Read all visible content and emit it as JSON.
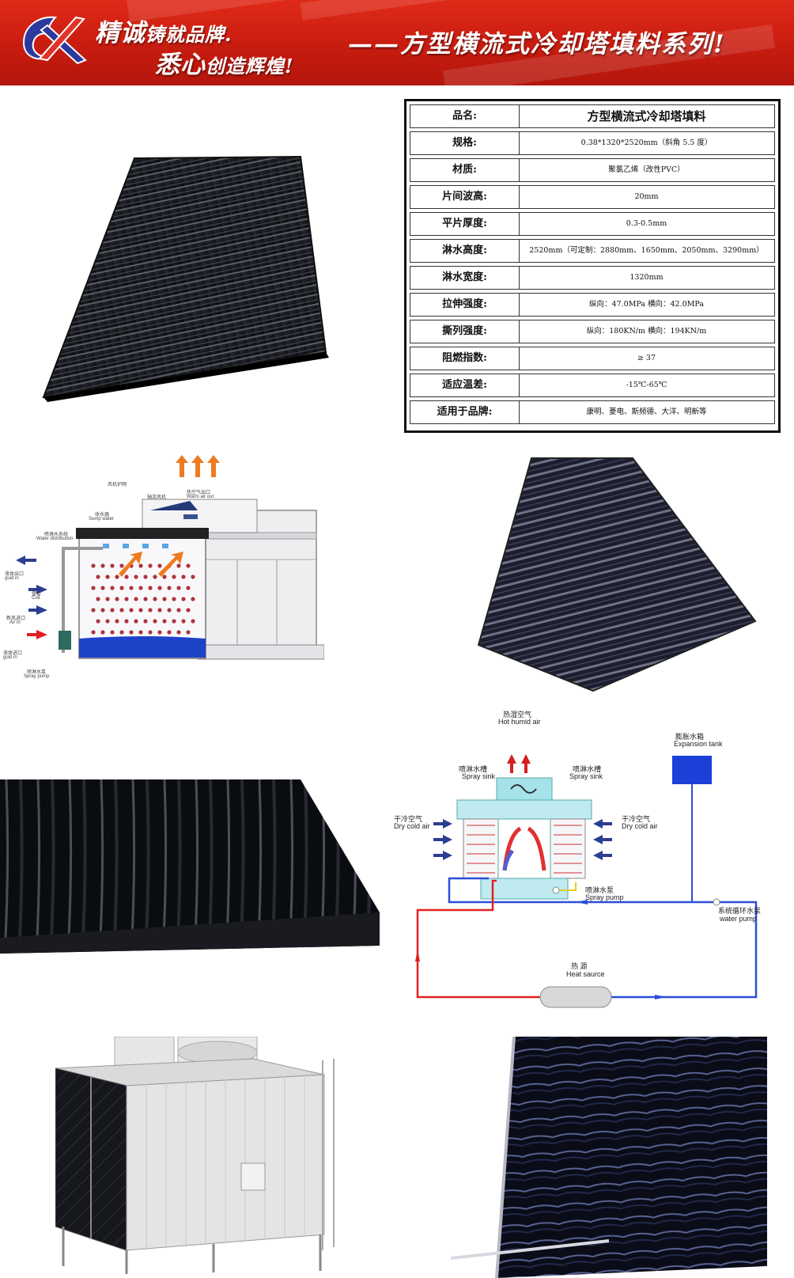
{
  "header": {
    "brand_line1_a": "精诚",
    "brand_line1_b": "铸就品牌.",
    "brand_line2_a": "悉心",
    "brand_line2_b": "创造辉煌!",
    "series_title": "——方型横流式冷却塔填料系列!",
    "colors": {
      "banner": "#c81c10",
      "logo_blue": "#2b3a9c",
      "logo_red": "#e0342a",
      "text": "#ffffff"
    }
  },
  "spec_table": {
    "rows": [
      {
        "key": "品名:",
        "value": "方型横流式冷却塔填料"
      },
      {
        "key": "规格:",
        "value": "0.38*1320*2520mm（斜角 5.5 度）"
      },
      {
        "key": "材质:",
        "value": "聚氯乙烯（改性PVC）"
      },
      {
        "key": "片间波高:",
        "value": "20mm"
      },
      {
        "key": "平片厚度:",
        "value": "0.3-0.5mm"
      },
      {
        "key": "淋水高度:",
        "value": "2520mm（可定制：2880mm、1650mm、2050mm、3290mm）"
      },
      {
        "key": "淋水宽度:",
        "value": "1320mm"
      },
      {
        "key": "拉伸强度:",
        "value": "纵向：47.0MPa 横向：42.0MPa"
      },
      {
        "key": "撕列强度:",
        "value": "纵向：180KN/m 横向：194KN/m"
      },
      {
        "key": "阻燃指数:",
        "value": "≥ 37"
      },
      {
        "key": "适应温差:",
        "value": "-15℃-65℃"
      },
      {
        "key": "适用于品牌:",
        "value": "康明、菱电、斯频德、大洋、明新等"
      }
    ]
  },
  "diagram1": {
    "fan_guard_cn": "风机护网",
    "fan_cn": "轴流风机",
    "warm_air_cn": "热空气出口",
    "warm_air_en": "Warm air out",
    "sump_cn": "收水器",
    "sump_en": "Sump water",
    "water_dist_cn": "喷淋水系统",
    "water_dist_en": "Water distribution",
    "coil_cn": "盘管",
    "coil_en": "Coil",
    "fluid_out_cn": "液体出口",
    "fluid_out_en": "guid in",
    "air_in_cn": "新风进口",
    "air_in_en": "Air in",
    "fluid_in_cn": "液体进口",
    "fluid_in_en": "guid in",
    "pump_cn": "喷淋水泵",
    "pump_en": "Spray pump"
  },
  "diagram2": {
    "hot_air_cn": "热湿空气",
    "hot_air_en": "Hot humid air",
    "expansion_cn": "膨胀水箱",
    "expansion_en": "Expansion tank",
    "spray_sink_l_cn": "喷淋水槽",
    "spray_sink_l_en": "Spray sink",
    "spray_sink_r_cn": "喷淋水槽",
    "spray_sink_r_en": "Spray sink",
    "dry_air_l_cn": "干冷空气",
    "dry_air_l_en": "Dry cold air",
    "dry_air_r_cn": "干冷空气",
    "dry_air_r_en": "Dry cold air",
    "spray_pump_cn": "喷淋水泵",
    "spray_pump_en": "Spray pump",
    "circ_pump_cn": "系统循环水泵",
    "circ_pump_en": "water pump",
    "heat_cn": "热 源",
    "heat_en": "Heat saurce"
  },
  "images": [
    "fill-sheet-black-diagonal",
    "fill-sheet-dark-blue",
    "fill-sheet-black-closeup",
    "cooling-tower-3d",
    "fill-sheet-installed-closeup"
  ]
}
